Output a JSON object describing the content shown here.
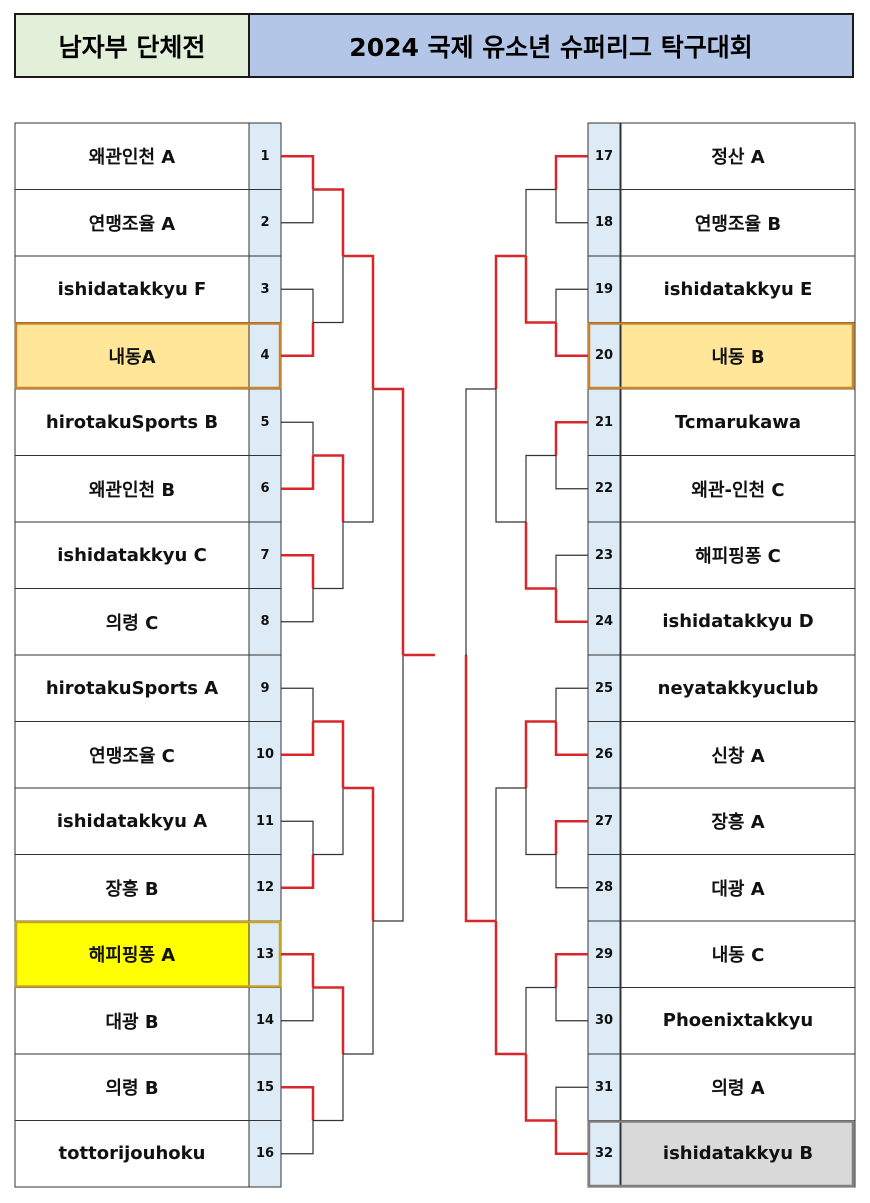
{
  "header": {
    "left_title": "남자부 단체전",
    "right_title": "2024 국제 유소년 슈퍼리그 탁구대회"
  },
  "colors": {
    "win_line": "#d9262b",
    "lose_line": "#333333",
    "highlight_orange": "#ffe699",
    "highlight_orange_border": "#c9832a",
    "highlight_yellow": "#ffff00",
    "highlight_yellow_border": "#c9a227",
    "highlight_grey": "#d9d9d9",
    "highlight_grey_border": "#808080"
  },
  "left_teams": [
    {
      "seed": "1",
      "name": "왜관인천 A"
    },
    {
      "seed": "2",
      "name": "연맹조율 A"
    },
    {
      "seed": "3",
      "name": "ishidatakkyu F"
    },
    {
      "seed": "4",
      "name": "내동A",
      "highlight": "orange"
    },
    {
      "seed": "5",
      "name": "hirotakuSports B"
    },
    {
      "seed": "6",
      "name": "왜관인천 B"
    },
    {
      "seed": "7",
      "name": "ishidatakkyu C"
    },
    {
      "seed": "8",
      "name": "의령 C"
    },
    {
      "seed": "9",
      "name": "hirotakuSports A"
    },
    {
      "seed": "10",
      "name": "연맹조율 C"
    },
    {
      "seed": "11",
      "name": "ishidatakkyu A"
    },
    {
      "seed": "12",
      "name": "장흥 B"
    },
    {
      "seed": "13",
      "name": "해피핑퐁 A",
      "highlight": "yellow"
    },
    {
      "seed": "14",
      "name": "대광 B"
    },
    {
      "seed": "15",
      "name": "의령 B"
    },
    {
      "seed": "16",
      "name": "tottorijouhoku"
    }
  ],
  "right_teams": [
    {
      "seed": "17",
      "name": "정산 A"
    },
    {
      "seed": "18",
      "name": "연맹조율 B"
    },
    {
      "seed": "19",
      "name": "ishidatakkyu E"
    },
    {
      "seed": "20",
      "name": "내동 B",
      "highlight": "orange"
    },
    {
      "seed": "21",
      "name": "Tcmarukawa"
    },
    {
      "seed": "22",
      "name": "왜관-인천 C"
    },
    {
      "seed": "23",
      "name": "해피핑퐁 C"
    },
    {
      "seed": "24",
      "name": "ishidatakkyu D"
    },
    {
      "seed": "25",
      "name": "neyatakkyuclub"
    },
    {
      "seed": "26",
      "name": "신창 A"
    },
    {
      "seed": "27",
      "name": "장흥 A"
    },
    {
      "seed": "28",
      "name": "대광 A"
    },
    {
      "seed": "29",
      "name": "내동 C"
    },
    {
      "seed": "30",
      "name": "Phoenixtakkyu"
    },
    {
      "seed": "31",
      "name": "의령 A"
    },
    {
      "seed": "32",
      "name": "ishidatakkyu B",
      "highlight": "grey"
    }
  ],
  "bracket": {
    "left": {
      "round1_winners": [
        1,
        4,
        6,
        7,
        10,
        12,
        13,
        15
      ],
      "round2_winners": [
        1,
        3,
        5,
        7
      ],
      "round3_winners": [
        1,
        3
      ],
      "round4_winner": 1
    },
    "right": {
      "round1_winners": [
        1,
        4,
        5,
        8,
        10,
        11,
        13,
        16
      ],
      "round2_winners": [
        2,
        4,
        5,
        8
      ],
      "round3_winners": [
        1,
        4
      ],
      "round4_winner": 2
    }
  }
}
